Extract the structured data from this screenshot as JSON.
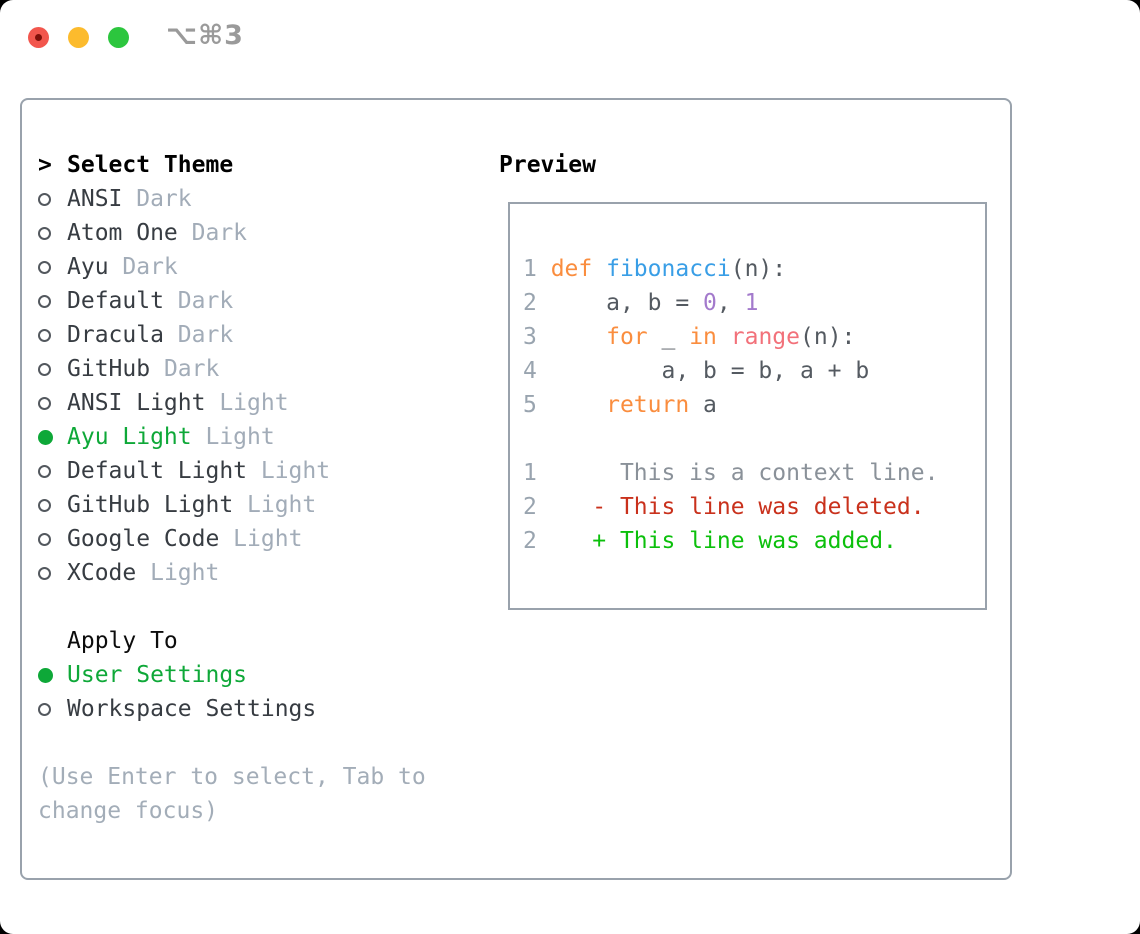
{
  "window": {
    "titlebar": {
      "shortcut": "⌥⌘3"
    },
    "traffic_lights": [
      "close",
      "minimize",
      "zoom"
    ]
  },
  "theme_picker": {
    "prompt": ">",
    "header": "Select Theme",
    "themes": [
      {
        "name": "ANSI",
        "variant": "Dark",
        "selected": false
      },
      {
        "name": "Atom One",
        "variant": "Dark",
        "selected": false
      },
      {
        "name": "Ayu",
        "variant": "Dark",
        "selected": false
      },
      {
        "name": "Default",
        "variant": "Dark",
        "selected": false
      },
      {
        "name": "Dracula",
        "variant": "Dark",
        "selected": false
      },
      {
        "name": "GitHub",
        "variant": "Dark",
        "selected": false
      },
      {
        "name": "ANSI Light",
        "variant": "Light",
        "selected": false
      },
      {
        "name": "Ayu Light",
        "variant": "Light",
        "selected": true
      },
      {
        "name": "Default Light",
        "variant": "Light",
        "selected": false
      },
      {
        "name": "GitHub Light",
        "variant": "Light",
        "selected": false
      },
      {
        "name": "Google Code",
        "variant": "Light",
        "selected": false
      },
      {
        "name": "XCode",
        "variant": "Light",
        "selected": false
      }
    ],
    "apply_to": {
      "header": "Apply To",
      "options": [
        {
          "name": "User Settings",
          "selected": true
        },
        {
          "name": "Workspace Settings",
          "selected": false
        }
      ]
    },
    "hint": "(Use Enter to select, Tab to change focus)"
  },
  "preview": {
    "header": "Preview",
    "code_lines": [
      {
        "segments": [
          {
            "text": "1 ",
            "color": "ln"
          },
          {
            "text": "def",
            "color": "kw"
          },
          {
            "text": " ",
            "color": "plain"
          },
          {
            "text": "fibonacci",
            "color": "fn"
          },
          {
            "text": "(n):",
            "color": "plain"
          }
        ]
      },
      {
        "segments": [
          {
            "text": "2 ",
            "color": "ln"
          },
          {
            "text": "    a, b = ",
            "color": "plain"
          },
          {
            "text": "0",
            "color": "num"
          },
          {
            "text": ", ",
            "color": "plain"
          },
          {
            "text": "1",
            "color": "num"
          }
        ]
      },
      {
        "segments": [
          {
            "text": "3 ",
            "color": "ln"
          },
          {
            "text": "    ",
            "color": "plain"
          },
          {
            "text": "for",
            "color": "kw"
          },
          {
            "text": " _ ",
            "color": "plain"
          },
          {
            "text": "in",
            "color": "kw"
          },
          {
            "text": " ",
            "color": "plain"
          },
          {
            "text": "range",
            "color": "rng"
          },
          {
            "text": "(n):",
            "color": "plain"
          }
        ]
      },
      {
        "segments": [
          {
            "text": "4 ",
            "color": "ln"
          },
          {
            "text": "        a, b = b, a + b",
            "color": "plain"
          }
        ]
      },
      {
        "segments": [
          {
            "text": "5 ",
            "color": "ln"
          },
          {
            "text": "    ",
            "color": "plain"
          },
          {
            "text": "return",
            "color": "kw"
          },
          {
            "text": " a",
            "color": "plain"
          }
        ]
      },
      {
        "segments": []
      },
      {
        "segments": [
          {
            "text": "1 ",
            "color": "ln"
          },
          {
            "text": "     This is a context line.",
            "color": "ctx"
          }
        ]
      },
      {
        "segments": [
          {
            "text": "2 ",
            "color": "ln"
          },
          {
            "text": "   - This line was deleted.",
            "color": "del"
          }
        ]
      },
      {
        "segments": [
          {
            "text": "2 ",
            "color": "ln"
          },
          {
            "text": "   + This line was added.",
            "color": "add"
          }
        ]
      }
    ]
  },
  "colors": {
    "selected_green": "#0ea838",
    "added_green": "#0cc00c",
    "deleted_red": "#c9311c",
    "keyword_orange": "#fa8d3e",
    "function_blue": "#399ee6",
    "number_purple": "#a37acc",
    "builtin_coral": "#f2717a",
    "code_plain": "#545a61",
    "line_number_gray": "#99a4af",
    "context_gray": "#8a9199",
    "muted_gray": "#a3adb8",
    "variant_gray": "#a2acb8",
    "item_dark": "#373c42",
    "border_gray": "#99a2ac"
  }
}
